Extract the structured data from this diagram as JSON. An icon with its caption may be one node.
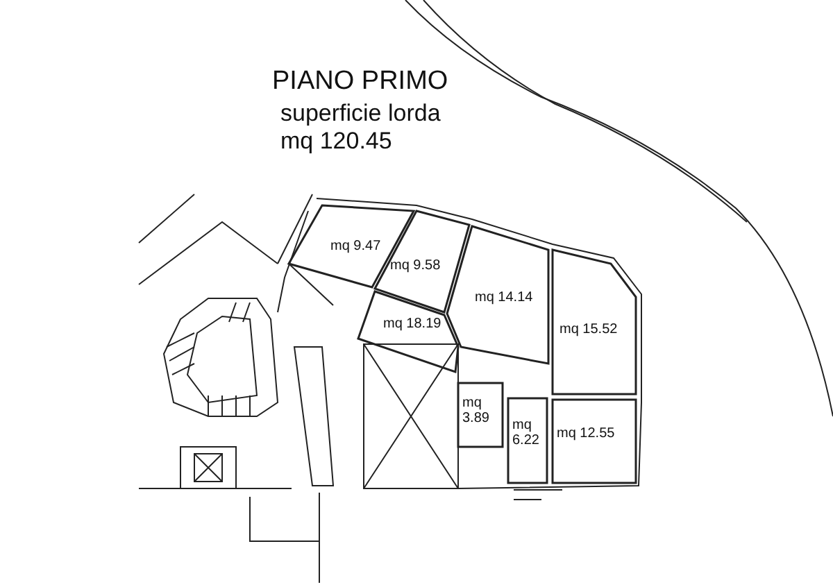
{
  "diagram": {
    "title": "PIANO PRIMO",
    "nodes": [
      {
        "text": [
          "mq 9.47"
        ]
      },
      {
        "text": [
          "mq 9.58"
        ]
      },
      {
        "text": [
          "mq 14.14"
        ]
      },
      {
        "text": [
          "mq 15.52"
        ]
      },
      {
        "text": [
          "mq 18.19"
        ]
      },
      {
        "text": [
          "mq 3.89"
        ]
      },
      {
        "text": [
          "mq 6.22"
        ]
      },
      {
        "text": [
          "mq 12.55"
        ]
      }
    ],
    "edges": [],
    "labels": [
      "superficie lorda",
      "mq 120.45"
    ]
  }
}
